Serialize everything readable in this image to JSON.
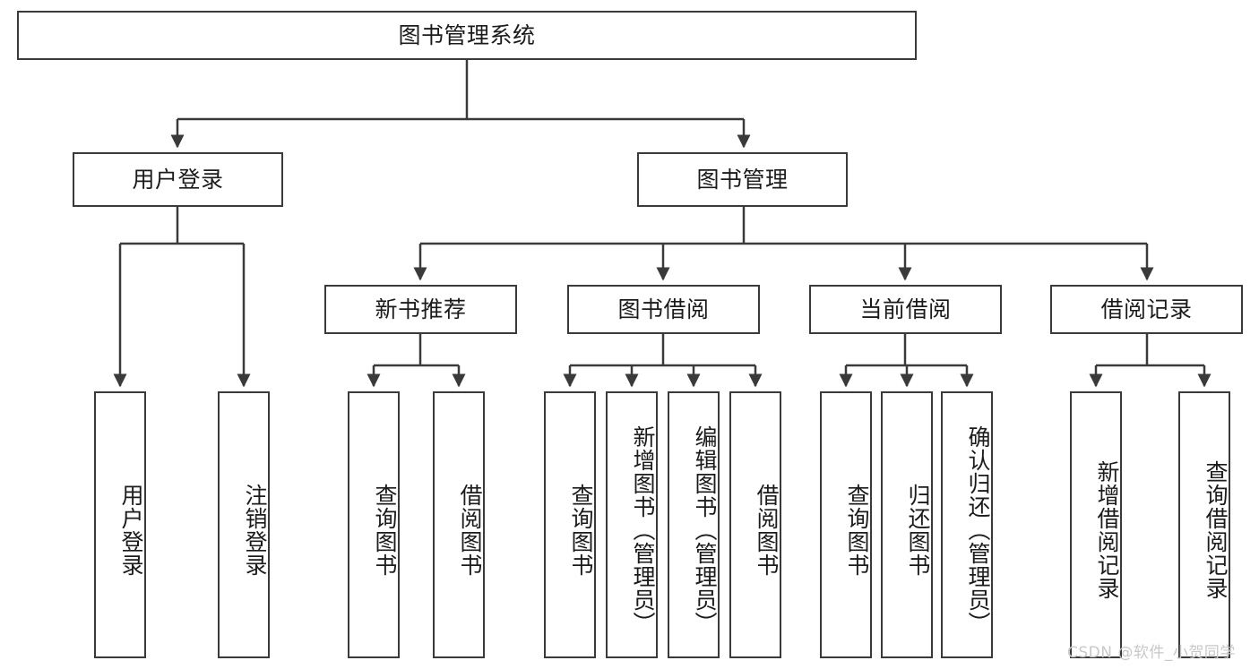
{
  "diagram": {
    "type": "tree",
    "title": "图书管理系统",
    "watermark": "CSDN @软件_小贺同学",
    "colors": {
      "box_border": "#3a3a3a",
      "box_fill": "#ffffff",
      "edge": "#3a3a3a",
      "text": "#1b1b1b",
      "watermark": "#c8c8c8",
      "background": "#ffffff"
    },
    "root": {
      "label": "图书管理系统"
    },
    "level2": [
      {
        "label": "用户登录"
      },
      {
        "label": "图书管理"
      }
    ],
    "level3": [
      {
        "label": "新书推荐"
      },
      {
        "label": "图书借阅"
      },
      {
        "label": "当前借阅"
      },
      {
        "label": "借阅记录"
      }
    ],
    "leaves": {
      "user_login": [
        {
          "label": "用户登录"
        },
        {
          "label": "注销登录"
        }
      ],
      "new_book_recommend": [
        {
          "label": "查询图书"
        },
        {
          "label": "借阅图书"
        }
      ],
      "book_borrow": [
        {
          "label": "查询图书"
        },
        {
          "label": "新增图书（管理员）"
        },
        {
          "label": "编辑图书（管理员）"
        },
        {
          "label": "借阅图书"
        }
      ],
      "current_borrow": [
        {
          "label": "查询图书"
        },
        {
          "label": "归还图书"
        },
        {
          "label": "确认归还（管理员）"
        }
      ],
      "borrow_record": [
        {
          "label": "新增借阅记录"
        },
        {
          "label": "查询借阅记录"
        }
      ]
    }
  }
}
